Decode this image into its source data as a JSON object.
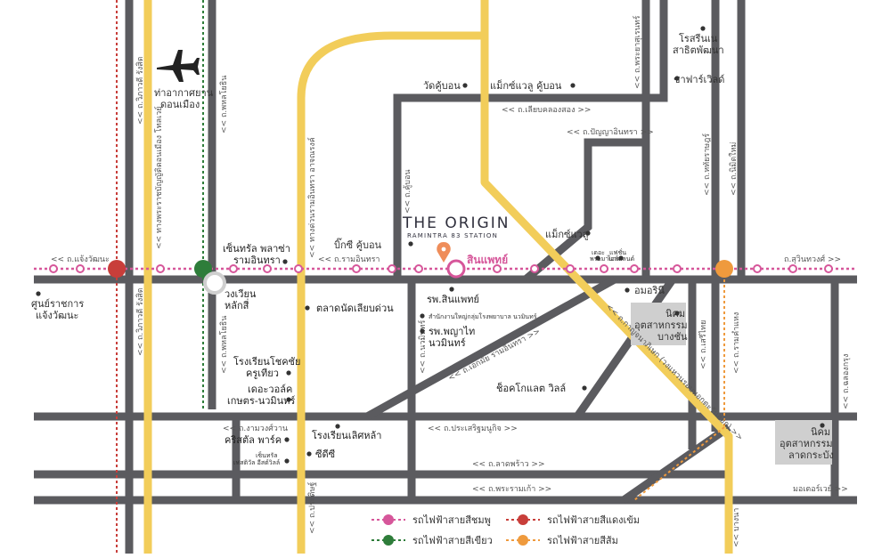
{
  "project": {
    "title": "THE ORIGIN",
    "subtitle": "RAMINTRA 83 STATION",
    "station_pin_label": "สินแพทย์"
  },
  "colors": {
    "road": "#5b5b5f",
    "expressway": "#f2cd5a",
    "pink_line": "#d6569a",
    "red_line": "#c83e3a",
    "green_line": "#2e7d3a",
    "orange_line": "#ef9a3d",
    "industrial_area": "#cfcfcf",
    "pin": "#ef8d5a"
  },
  "roads": {
    "chaengwattana": "<< ถ.แจ้งวัฒนะ",
    "ramintra_west": "<< ถ.รามอินทรา",
    "sukhontawat": "ถ.สุวินทวงศ์ >>",
    "liap_khlong_song": "<< ถ.เลียบคลองสอง >>",
    "panyaintra": "<< ถ.ปัญญาอินทรา >>",
    "ekkamai_ramintra": "<< ถ.เอกมัย รามอินทรา >>",
    "kanchanaphisek": "<< ถ.กาญจนาภิเษก (วงแหวนรอบนอกตะวันออก) >>",
    "ngamwongwan": "<< ถ.งามวงศ์วาน",
    "prasert_manukit": "<< ถ.ประเสริฐมนูกิจ >>",
    "lat_phrao": "<< ถ.ลาดพร้าว >>",
    "phra_ram_9": "<< ถ.พระรามเก้า >>",
    "motorway": "มอเตอร์เวย์ >>",
    "vibhavadi": "<< ถ.วิภาวดี รังสิต",
    "vibhavadi_lower": "<< ถ.วิภาวดี รังสิต",
    "don_mueang_tollway": "<< ทางพระราชบัญญัติดอนเมือง โทลเวย์",
    "phahonyothin": "<< ถ.พหลโยธิน",
    "phahonyothin_lower": "<< ถ.พหลโยธิน",
    "kaset_nawamin_exp": "<< ทางด่วนรามอินทรา อาจณรงค์",
    "khu_bon": "<< ถ.คู้บอน",
    "nawamin": "<< ถ.นวมินทร์",
    "pradit_manutham": "<< ถ.ประดิษฐ์",
    "phraya_suren": "<< ถ.พระยาสุเรนทร์",
    "hathairat": "<< ถ.หทัยราษฎร์",
    "nimit_mai": "<< ถ.นิมิตใหม่",
    "seri_thai": "<< ถ.เสรีไทย",
    "ram_khamhaeng": "<< ถ.รามคำแหง",
    "chalong_krung": "<< ถ.ฉลองกรุง",
    "bangna": "<< บางนา"
  },
  "places": {
    "airport": "ท่าอากาศยาน ดอนเมือง",
    "airport_line1": "ท่าอากาศยาน",
    "airport_line2": "ดอนเมือง",
    "govt_center_line1": "ศูนย์ราชการ",
    "govt_center_line2": "แจ้งวัฒนะ",
    "central_plaza_line1": "เซ็นทรัล พลาซ่า",
    "central_plaza_line2": "รามอินทรา",
    "circle_laksi_line1": "วงเวียน",
    "circle_laksi_line2": "หลักสี่",
    "bigc_khubon": "บิ๊กซี คู้บอน",
    "wat_khubon": "วัดคู้บอน",
    "makro_khubon": "แม็กซ์แวลู คู้บอน",
    "fashion_island_line1": "แฟชั่น",
    "fashion_island_line2": "ไอส์แลนด์",
    "promenade_line1": "เดอะ",
    "promenade_line2": "พรอมานาด",
    "maxvalu": "แม็กซ์แวลู",
    "roysarin_line1": "โรสรีนเน",
    "roysarin_line2": "สาธิตพัฒนา",
    "chapra_villa": "ชาฟาร์เวิลด์",
    "sinphaet_hospital": "รพ.สินแพทย์",
    "talat_nat": "ตลาดนัดเลียบด่วน",
    "sinphaet_office": "สำนักงานใหญ่กลุ่มโรงพยาบาล นวมินทร์",
    "hosp_nawamin_line1": "รพ.พญาไท",
    "hosp_nawamin_line2": "นวมินทร์",
    "school_chokchai_line1": "โรงเรียนโชคชัย",
    "school_chokchai_line2": "ครูเทียว",
    "the_walk_line1": "เดอะวอล์ค",
    "the_walk_line2": "เกษตร-นวมินทร์",
    "crystal_park": "คริสตัล พาร์ค",
    "central_festival_line1": "เซ็นทรัล",
    "central_festival_line2": "เฟสติวัล อีสต์วิลล์",
    "school_setthabut": "โรงเรียนเลิศหล้า",
    "cdc": "ซีดีซี",
    "chocolate_ville": "ช็อคโกแลต วิลล์",
    "amornrit": "อมอรินี",
    "nikhom_bangchan_line1": "นิคม",
    "nikhom_bangchan_line2": "อุตสาหกรรม",
    "nikhom_bangchan_line3": "บางชัน",
    "nikhom_latkrabang_line1": "นิคม",
    "nikhom_latkrabang_line2": "อุตสาหกรรม",
    "nikhom_latkrabang_line3": "ลาดกระบัง"
  },
  "legend": [
    {
      "label": "รถไฟฟ้าสายสีชมพู",
      "color": "#d6569a"
    },
    {
      "label": "รถไฟฟ้าสายสีแดงเข้ม",
      "color": "#c83e3a"
    },
    {
      "label": "รถไฟฟ้าสายสีเขียว",
      "color": "#2e7d3a"
    },
    {
      "label": "รถไฟฟ้าสายสีส้ม",
      "color": "#ef9a3d"
    }
  ]
}
